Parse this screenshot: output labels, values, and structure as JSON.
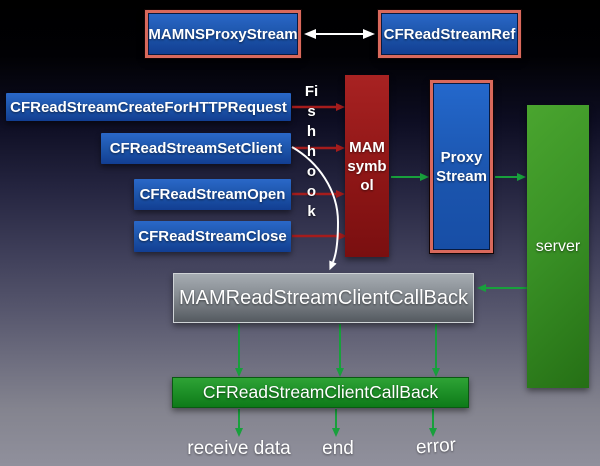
{
  "diagram": {
    "top": {
      "left_box": "MAMNSProxyStream",
      "right_box": "CFReadStreamRef"
    },
    "api_calls": [
      {
        "label": "CFReadStreamCreateForHTTPRequest"
      },
      {
        "label": "CFReadStreamSetClient"
      },
      {
        "label": "CFReadStreamOpen"
      },
      {
        "label": "CFReadStreamClose"
      }
    ],
    "hook": "Fishhook",
    "mam_symbol": "MAM symbol",
    "proxy_stream": "Proxy Stream",
    "server": "server",
    "mam_callback": "MAMReadStreamClientCallBack",
    "cf_callback": "CFReadStreamClientCallBack",
    "events": [
      {
        "label": "receive data"
      },
      {
        "label": "end"
      },
      {
        "label": "error"
      }
    ]
  },
  "colors": {
    "salmon_border": "#d9695c",
    "blue_fill": "#1c53a8",
    "dark_red_fill": "#8e1616",
    "arrow_red": "#a51c1c",
    "arrow_green": "#18a03c",
    "arrow_white": "#ffffff",
    "server_green": "#3a9226",
    "gray_fill": "#868c92",
    "green_band": "#1d8f27"
  }
}
